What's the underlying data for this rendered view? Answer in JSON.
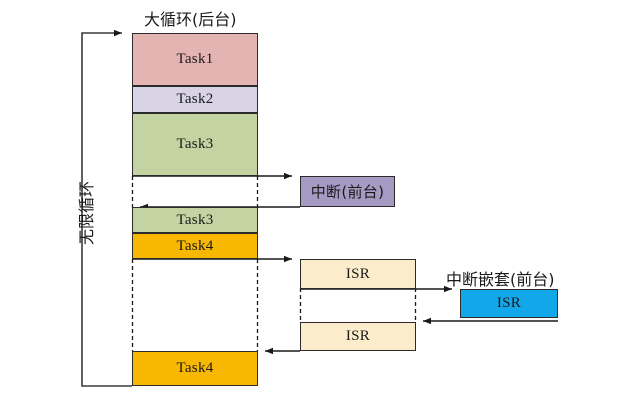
{
  "diagram": {
    "title_top": "大循环(后台)",
    "label_left_vertical": "无限循环",
    "label_nested": "中断嵌套(前台)",
    "colors": {
      "task1": "#e3b4b2",
      "task2": "#d8d4e6",
      "task3": "#c3d3a1",
      "task4": "#f8b700",
      "interrupt": "#a59ac4",
      "isr": "#fbeccb",
      "nested_isr": "#12a7e8",
      "stroke": "#2b2b2b",
      "background": "#ffffff"
    },
    "main_loop_blocks": [
      {
        "label": "Task1",
        "color_key": "task1"
      },
      {
        "label": "Task2",
        "color_key": "task2"
      },
      {
        "label": "Task3",
        "color_key": "task3"
      },
      {
        "label": "Task3",
        "color_key": "task3"
      },
      {
        "label": "Task4",
        "color_key": "task4"
      },
      {
        "label": "Task4",
        "color_key": "task4"
      }
    ],
    "interrupt_block": {
      "label": "中断(前台)",
      "color_key": "interrupt"
    },
    "isr_blocks": [
      {
        "label": "ISR",
        "color_key": "isr"
      },
      {
        "label": "ISR",
        "color_key": "isr"
      }
    ],
    "nested_isr_block": {
      "label": "ISR",
      "color_key": "nested_isr"
    },
    "arrows": [
      {
        "name": "loop-entry-arrow",
        "direction": "right"
      },
      {
        "name": "task3-to-interrupt-arrow",
        "direction": "right"
      },
      {
        "name": "interrupt-return-arrow",
        "direction": "left"
      },
      {
        "name": "task4-to-isr-arrow",
        "direction": "right"
      },
      {
        "name": "isr-to-nested-isr-arrow",
        "direction": "right"
      },
      {
        "name": "nested-isr-return-arrow",
        "direction": "left"
      },
      {
        "name": "isr-return-arrow",
        "direction": "left"
      }
    ]
  }
}
